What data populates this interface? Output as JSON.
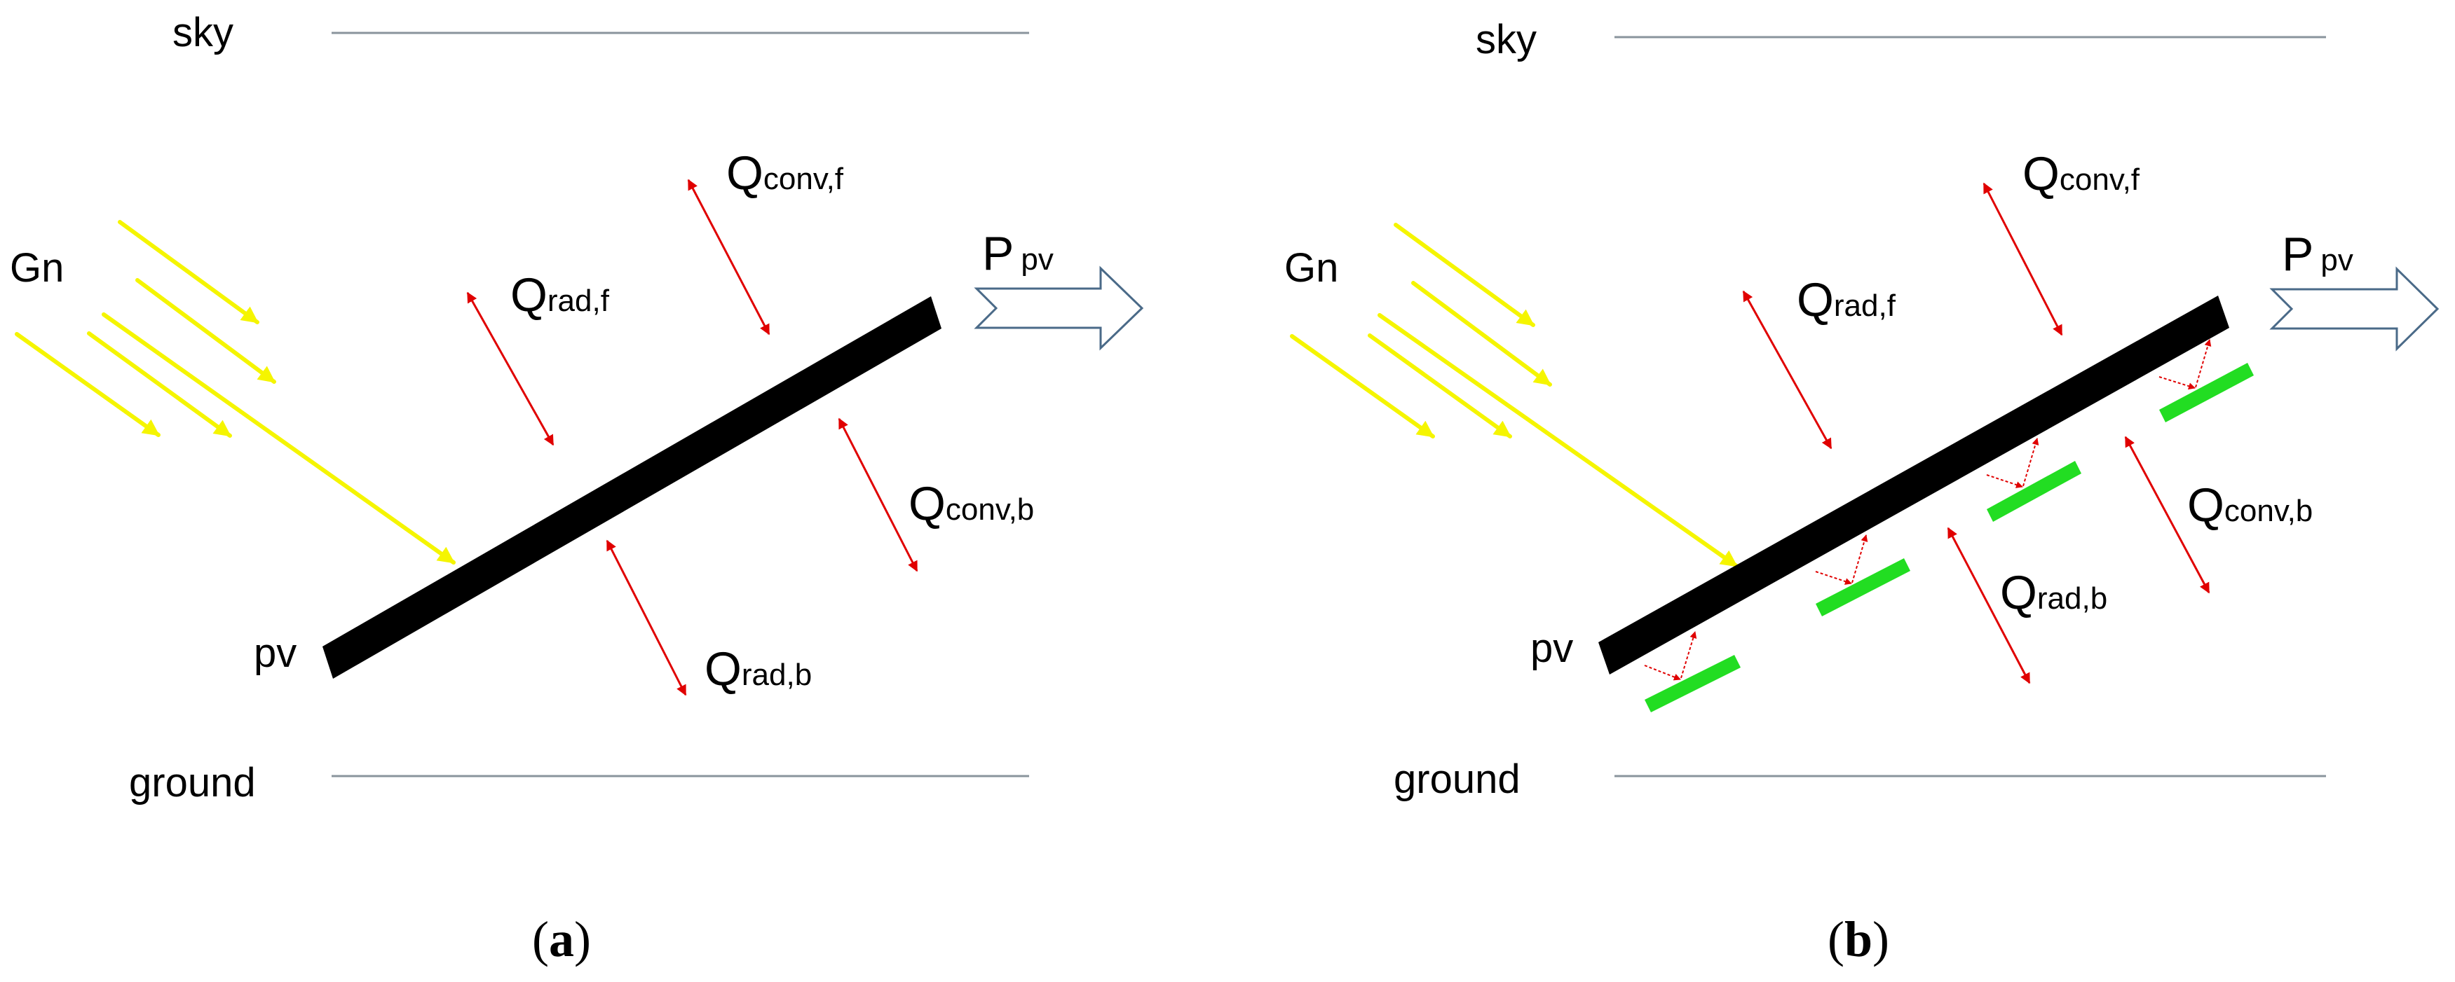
{
  "colors": {
    "sun_ray": "#f5f500",
    "heat_arrow": "#e00000",
    "panel": "#000000",
    "fin": "#22dd22",
    "ref_line": "#8a949c",
    "power_arrow": "#4a6a88"
  },
  "panels": [
    {
      "caption": {
        "open": "(",
        "letter": "a",
        "close": ")"
      },
      "labels": {
        "sky": "sky",
        "ground": "ground",
        "gn": "Gn",
        "pv": "pv",
        "p_main": "P",
        "p_sub": "pv",
        "qconvf_main": "Q",
        "qconvf_sub": "conv,f",
        "qradf_main": "Q",
        "qradf_sub": "rad,f",
        "qconvb_main": "Q",
        "qconvb_sub": "conv,b",
        "qradb_main": "Q",
        "qradb_sub": "rad,b"
      }
    },
    {
      "caption": {
        "open": "(",
        "letter": "b",
        "close": ")"
      },
      "labels": {
        "sky": "sky",
        "ground": "ground",
        "gn": "Gn",
        "pv": "pv",
        "p_main": "P",
        "p_sub": "pv",
        "qconvf_main": "Q",
        "qconvf_sub": "conv,f",
        "qradf_main": "Q",
        "qradf_sub": "rad,f",
        "qconvb_main": "Q",
        "qconvb_sub": "conv,b",
        "qradb_main": "Q",
        "qradb_sub": "rad,b"
      }
    }
  ]
}
